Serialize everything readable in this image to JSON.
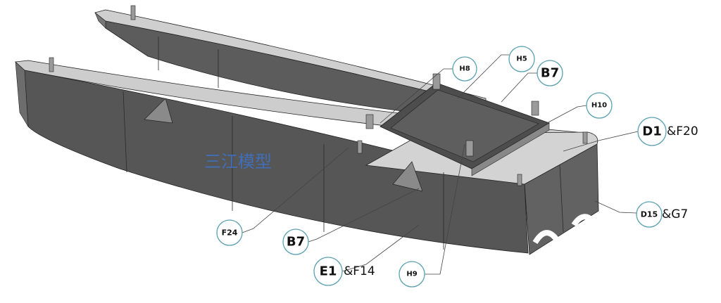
{
  "watermark": "三江模型",
  "callouts": [
    {
      "id": "H8",
      "suffix": ""
    },
    {
      "id": "H5",
      "suffix": ""
    },
    {
      "id": "B7",
      "suffix": ""
    },
    {
      "id": "H10",
      "suffix": ""
    },
    {
      "id": "D1",
      "suffix": "&F20"
    },
    {
      "id": "D15",
      "suffix": "&G7"
    },
    {
      "id": "F24",
      "suffix": ""
    },
    {
      "id": "B7",
      "suffix": ""
    },
    {
      "id": "E1",
      "suffix": "&F14"
    },
    {
      "id": "H9",
      "suffix": ""
    }
  ],
  "colors": {
    "hull_top": "#c9c9c9",
    "hull_side": "#5a5a5a",
    "balloon_stroke": "#5aa0b0",
    "watermark": "#3d73c9"
  }
}
